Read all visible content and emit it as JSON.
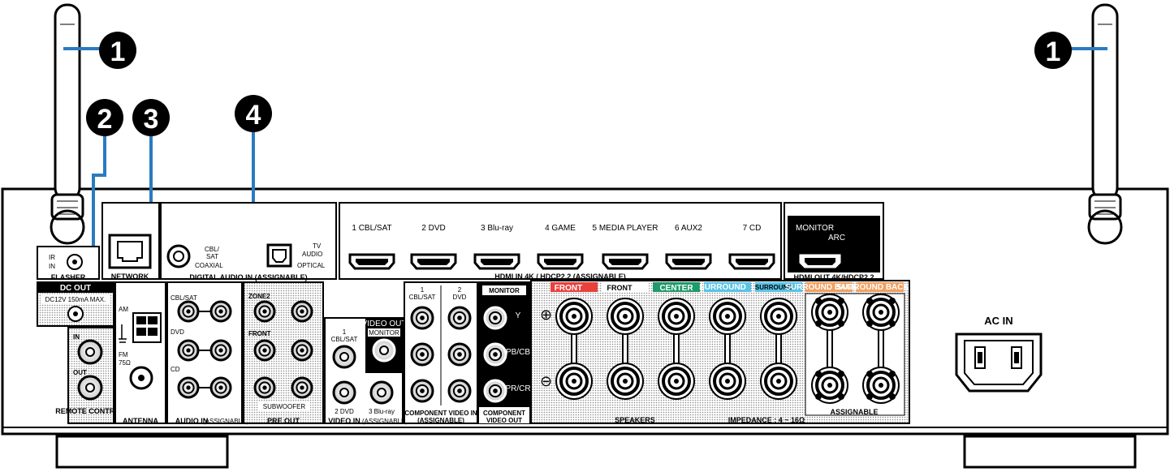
{
  "callouts": [
    "1",
    "1",
    "2",
    "3",
    "4"
  ],
  "labels": {
    "flasher": "FLASHER",
    "ir": "IR",
    "in": "IN",
    "network": "NETWORK",
    "cbl_sat_coax": "CBL/",
    "sat": "SAT",
    "coaxial": "COAXIAL",
    "tv": "TV",
    "audio": "AUDIO",
    "optical": "OPTICAL",
    "digital_audio_in": "DIGITAL AUDIO IN (ASSIGNABLE)",
    "hdmi_in_inputs": [
      "1 CBL/SAT",
      "2 DVD",
      "3 Blu-ray",
      "4 GAME",
      "5 MEDIA PLAYER",
      "6 AUX2",
      "7 CD"
    ],
    "hdmi_in": "HDMI IN  4K / HDCP2.2 (ASSIGNABLE)",
    "monitor": "MONITOR",
    "arc": "ARC",
    "hdmi_out": "HDMI OUT 4K/HDCP2.2",
    "dc_out": "DC OUT",
    "dc_spec": "DC12V 150mA MAX.",
    "remote_in": "IN",
    "remote_out": "OUT",
    "remote_control": "REMOTE CONTROL",
    "am": "AM",
    "fm": "FM",
    "fm_ohm": "75Ω",
    "antenna": "ANTENNA",
    "audio_in_1": "CBL/SAT",
    "audio_in_2": "DVD",
    "audio_in_3": "CD",
    "audio_in": "AUDIO IN",
    "assignable_small": "(ASSIGNABLE)",
    "zone2": "ZONE2",
    "front": "FRONT",
    "subwoofer": "SUBWOOFER",
    "pre_out": "PRE OUT",
    "video_out": "VIDEO OUT",
    "video_in_1": "CBL/SAT",
    "video_in_2": "2 DVD",
    "video_in_3": "3 Blu-ray",
    "video_in": "VIDEO IN",
    "comp_1": "CBL/SAT",
    "comp_2": "DVD",
    "component_video_in": "COMPONENT VIDEO IN",
    "comp_y": "Y",
    "comp_pb": "PB/CB",
    "comp_pr": "PR/CR",
    "component_video_out": "COMPONENT VIDEO OUT",
    "spk_front_r": "FRONT",
    "spk_front_l": "FRONT",
    "spk_center": "CENTER",
    "spk_surround_r": "SURROUND",
    "spk_surround_l": "SURROUND",
    "spk_surround_back_r": "SURROUND BACK",
    "spk_surround_back_l": "SURROUND BACK",
    "speakers": "SPEAKERS",
    "impedance": "IMPEDANCE : 4 ~ 16Ω",
    "assignable": "ASSIGNABLE",
    "ac_in": "AC IN"
  },
  "colors": {
    "callout": "#000000",
    "leader": "#2a7bc0",
    "front": "#e8413c",
    "center": "#1f9a6a",
    "surround": "#58c3e6",
    "surround_back": "#f0a060"
  }
}
